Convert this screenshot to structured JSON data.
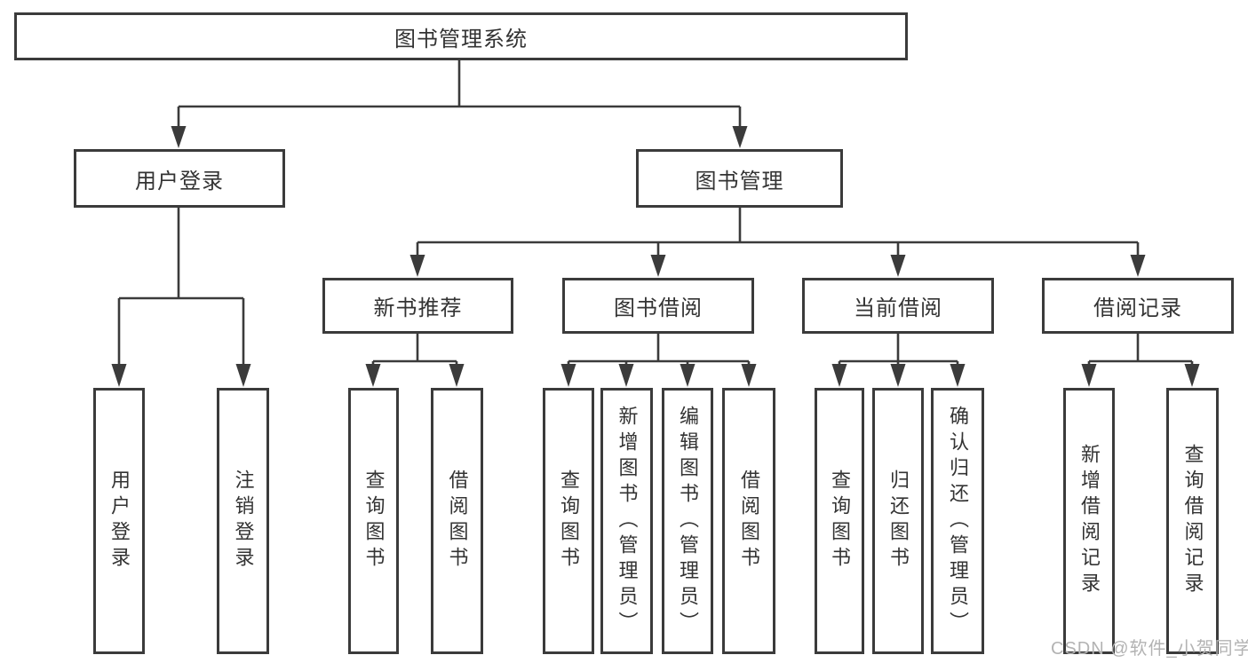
{
  "colors": {
    "line": "#3b3b3b",
    "box_border": "#3b3b3b",
    "box_background": "#ffffff",
    "text": "#333333",
    "background": "#ffffff",
    "watermark": "#b3b3b3"
  },
  "watermark": {
    "text": "CSDN @软件_小贺同学"
  },
  "tree": {
    "label": "图书管理系统",
    "children": [
      {
        "label": "用户登录",
        "children": [
          {
            "label": "用户登录"
          },
          {
            "label": "注销登录"
          }
        ]
      },
      {
        "label": "图书管理",
        "children": [
          {
            "label": "新书推荐",
            "children": [
              {
                "label": "查询图书"
              },
              {
                "label": "借阅图书"
              }
            ]
          },
          {
            "label": "图书借阅",
            "children": [
              {
                "label": "查询图书"
              },
              {
                "label": "新增图书（管理员）"
              },
              {
                "label": "编辑图书（管理员）"
              },
              {
                "label": "借阅图书"
              }
            ]
          },
          {
            "label": "当前借阅",
            "children": [
              {
                "label": "查询图书"
              },
              {
                "label": "归还图书"
              },
              {
                "label": "确认归还（管理员）"
              }
            ]
          },
          {
            "label": "借阅记录",
            "children": [
              {
                "label": "新增借阅记录"
              },
              {
                "label": "查询借阅记录"
              }
            ]
          }
        ]
      }
    ]
  }
}
